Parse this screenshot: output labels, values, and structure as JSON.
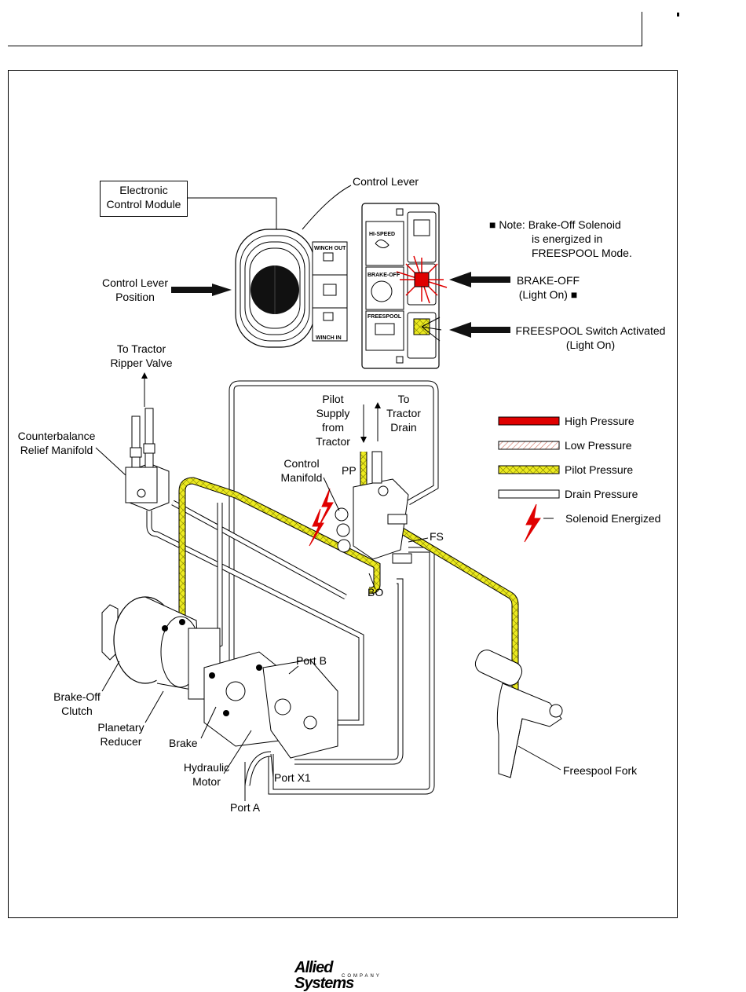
{
  "labels": {
    "ecm": [
      "Electronic",
      "Control Module"
    ],
    "control_lever": "Control Lever",
    "control_lever_position": [
      "Control Lever",
      "Position"
    ],
    "to_tractor_ripper_valve": [
      "To Tractor",
      "Ripper Valve"
    ],
    "counterbalance": [
      "Counterbalance",
      "Relief Manifold"
    ],
    "pilot_supply": [
      "Pilot",
      "Supply",
      "from",
      "Tractor"
    ],
    "to_tractor_drain": [
      "To",
      "Tractor",
      "Drain"
    ],
    "control_manifold": [
      "Control",
      "Manifold"
    ],
    "pp": "PP",
    "fs": "FS",
    "bo": "BO",
    "port_b": "Port B",
    "port_x1": "Port X1",
    "port_a": "Port A",
    "brake_off_clutch": [
      "Brake-Off",
      "Clutch"
    ],
    "planetary_reducer": [
      "Planetary",
      "Reducer"
    ],
    "brake": "Brake",
    "hydraulic_motor": [
      "Hydraulic",
      "Motor"
    ],
    "freespool_fork": "Freespool Fork",
    "note": [
      "■ Note: Brake-Off Solenoid",
      "is energized in",
      "FREESPOOL Mode."
    ],
    "brake_off_light": [
      "BRAKE-OFF",
      "(Light On) ■"
    ],
    "freespool_switch": [
      "FREESPOOL Switch Activated",
      "(Light On)"
    ]
  },
  "panel": {
    "hi_speed": "HI-SPEED",
    "brake_off": "BRAKE-OFF",
    "freespool": "FREESPOOL",
    "winch_out": "WINCH OUT",
    "winch_in": "WINCH IN"
  },
  "legend": [
    {
      "label": "High Pressure",
      "color": "#e00000",
      "pattern": "solid"
    },
    {
      "label": "Low Pressure",
      "color": "#e08a80",
      "pattern": "hatch"
    },
    {
      "label": "Pilot Pressure",
      "color": "#e8e000",
      "pattern": "crosshatch"
    },
    {
      "label": "Drain Pressure",
      "color": "#ffffff",
      "pattern": "outline"
    },
    {
      "label": "Solenoid Energized",
      "color": "#e00000",
      "pattern": "bolt"
    }
  ],
  "logo": {
    "name": "Allied Systems",
    "sub": "COMPANY"
  }
}
